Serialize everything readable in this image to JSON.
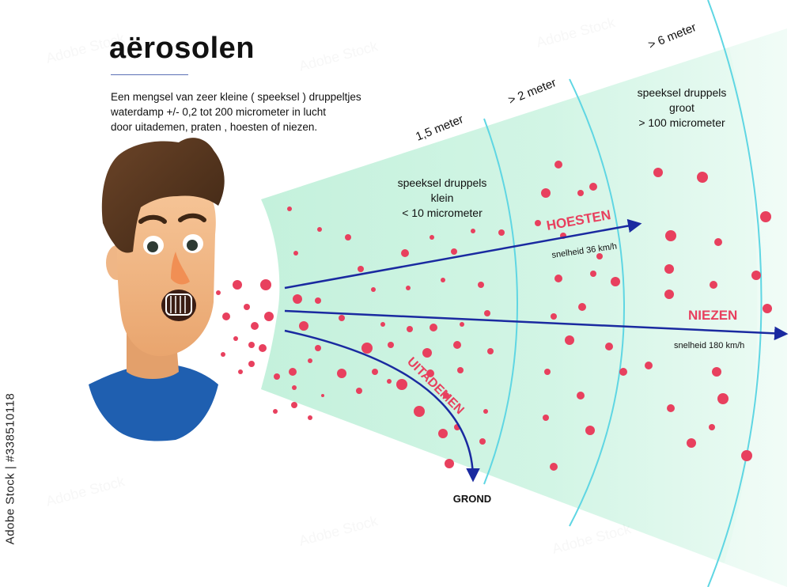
{
  "title": "aërosolen",
  "description": {
    "line1": "Een mengsel van zeer kleine ( speeksel ) druppeltjes",
    "line2": "waterdamp +/- 0,2 tot 200 micrometer in lucht",
    "line3": "door uitademen, praten , hoesten of niezen."
  },
  "distances": {
    "d1": "1,5 meter",
    "d2": "> 2 meter",
    "d3": "> 6 meter"
  },
  "small_droplets": {
    "line1": "speeksel druppels",
    "line2": "klein",
    "line3": "< 10 micrometer"
  },
  "large_droplets": {
    "line1": "speeksel druppels",
    "line2": "groot",
    "line3": "> 100 micrometer"
  },
  "arrows": {
    "hoesten": {
      "label": "HOESTEN",
      "speed": "snelheid 36 km/h"
    },
    "niezen": {
      "label": "NIEZEN",
      "speed": "snelheid 180 km/h"
    },
    "uitademen": {
      "label": "UITADEMEN"
    },
    "grond": "GROND"
  },
  "stock_id": "Adobe Stock | #338510118",
  "colors": {
    "cone": "#c8f2df",
    "ring": "#5fd6e3",
    "droplet": "#e8405e",
    "arrow": "#1a2aa0",
    "label_red": "#e8405e",
    "shirt": "#1f5fb0",
    "hair": "#5a3a22"
  }
}
